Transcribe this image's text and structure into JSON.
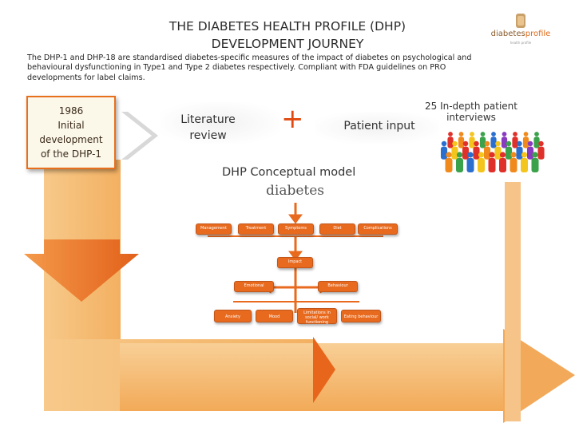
{
  "header": {
    "title_line1": "THE DIABETES HEALTH PROFILE (DHP)",
    "title_line2": "DEVELOPMENT JOURNEY",
    "description": "The DHP-1 and DHP-18 are standardised diabetes-specific measures of the impact of diabetes on psychological and behavioural dysfunctioning in Type1 and Type 2 diabetes respectively.  Compliant with FDA guidelines on PRO developments for label claims."
  },
  "logo": {
    "text_a": "diabetes",
    "text_b": "profile",
    "tagline": "health profile"
  },
  "timeline": {
    "box_line1": "1986",
    "box_line2": "Initial",
    "box_line3": "development",
    "box_line4": "of the DHP-1"
  },
  "inputs": {
    "literature_line1": "Literature",
    "literature_line2": "review",
    "plus": "+",
    "patient": "Patient input",
    "interviews_line1": "25 In-depth patient",
    "interviews_line2": "interviews"
  },
  "model": {
    "heading": "DHP Conceptual model",
    "diabetes_label": "diabetes",
    "row1": [
      "Management",
      "Treatment",
      "Symptoms",
      "Diet",
      "Complications"
    ],
    "impact": "Impact",
    "emotional": "Emotional",
    "behaviour": "Behaviour",
    "row3": [
      "Anxiety",
      "Mood",
      "Limitations in social/ work functioning",
      "Eating behaviour"
    ]
  },
  "colors": {
    "accent": "#e86a1e",
    "arrow_light": "#f6b86a",
    "arrow_dark": "#e8661c"
  },
  "icons": [
    "people-crowd-icon",
    "down-arrow-icon",
    "right-arrow-icon",
    "chevron-right-icon"
  ]
}
